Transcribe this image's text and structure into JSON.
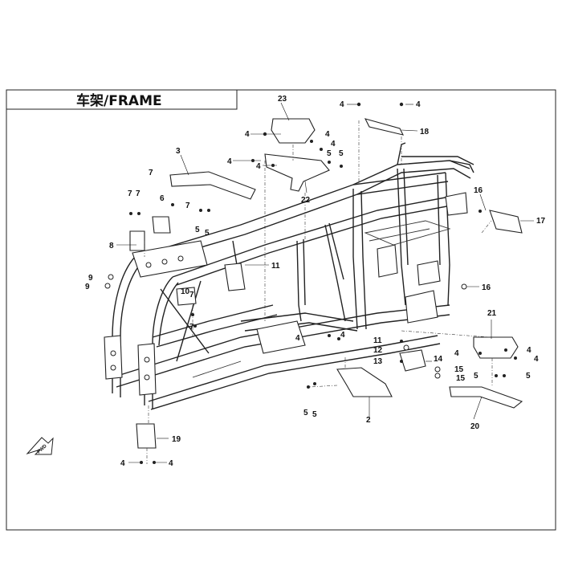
{
  "title": "车架/FRAME",
  "front_arrow_label": "FWD",
  "callouts": [
    {
      "id": "c23",
      "text": "23"
    },
    {
      "id": "c4a",
      "text": "4"
    },
    {
      "id": "c4b",
      "text": "4"
    },
    {
      "id": "c18",
      "text": "18"
    },
    {
      "id": "c4c",
      "text": "4"
    },
    {
      "id": "c4d",
      "text": "4"
    },
    {
      "id": "c4e",
      "text": "4"
    },
    {
      "id": "c5a",
      "text": "5"
    },
    {
      "id": "c5b",
      "text": "5"
    },
    {
      "id": "c3",
      "text": "3"
    },
    {
      "id": "c4f",
      "text": "4"
    },
    {
      "id": "c4g",
      "text": "4"
    },
    {
      "id": "c7a",
      "text": "7"
    },
    {
      "id": "c22",
      "text": "22"
    },
    {
      "id": "c16a",
      "text": "16"
    },
    {
      "id": "c17",
      "text": "17"
    },
    {
      "id": "c7b",
      "text": "7"
    },
    {
      "id": "c7c",
      "text": "7"
    },
    {
      "id": "c6",
      "text": "6"
    },
    {
      "id": "c7d",
      "text": "7"
    },
    {
      "id": "c5c",
      "text": "5"
    },
    {
      "id": "c5d",
      "text": "5"
    },
    {
      "id": "c8",
      "text": "8"
    },
    {
      "id": "c11",
      "text": "11"
    },
    {
      "id": "c9a",
      "text": "9"
    },
    {
      "id": "c9b",
      "text": "9"
    },
    {
      "id": "c10",
      "text": "10"
    },
    {
      "id": "c7e",
      "text": "7"
    },
    {
      "id": "c7f",
      "text": "7"
    },
    {
      "id": "c16b",
      "text": "16"
    },
    {
      "id": "c21",
      "text": "21"
    },
    {
      "id": "c4h",
      "text": "4"
    },
    {
      "id": "c4i",
      "text": "4"
    },
    {
      "id": "c11b",
      "text": "11"
    },
    {
      "id": "c12",
      "text": "12"
    },
    {
      "id": "c14",
      "text": "14"
    },
    {
      "id": "c4j",
      "text": "4"
    },
    {
      "id": "c4k",
      "text": "4"
    },
    {
      "id": "c4l",
      "text": "4"
    },
    {
      "id": "c13",
      "text": "13"
    },
    {
      "id": "c15a",
      "text": "15"
    },
    {
      "id": "c15b",
      "text": "15"
    },
    {
      "id": "c5e",
      "text": "5"
    },
    {
      "id": "c5f",
      "text": "5"
    },
    {
      "id": "c5g",
      "text": "5"
    },
    {
      "id": "c5h",
      "text": "5"
    },
    {
      "id": "c2",
      "text": "2"
    },
    {
      "id": "c20",
      "text": "20"
    },
    {
      "id": "c19",
      "text": "19"
    },
    {
      "id": "c4m",
      "text": "4"
    },
    {
      "id": "c4n",
      "text": "4"
    }
  ]
}
